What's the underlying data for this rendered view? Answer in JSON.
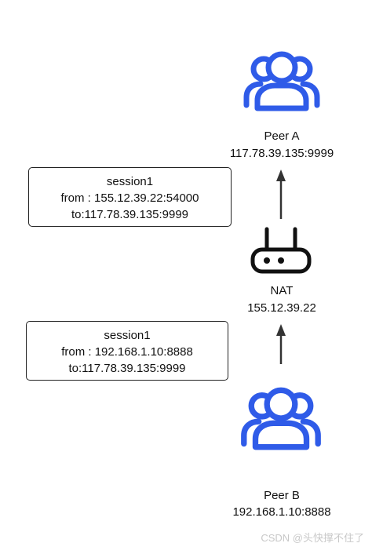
{
  "peer_a": {
    "name": "Peer A",
    "address": "117.78.39.135:9999",
    "icon": "users-group-icon"
  },
  "nat": {
    "name": "NAT",
    "address": "155.12.39.22",
    "icon": "router-icon"
  },
  "peer_b": {
    "name": "Peer B",
    "address": "192.168.1.10:8888",
    "icon": "users-group-icon"
  },
  "session_outer": {
    "title": "session1",
    "from": "from : 155.12.39.22:54000",
    "to": "to:117.78.39.135:9999"
  },
  "session_inner": {
    "title": "session1",
    "from": "from : 192.168.1.10:8888",
    "to": "to:117.78.39.135:9999"
  },
  "watermark": "CSDN @头快撑不住了",
  "colors": {
    "icon_blue": "#2f5be8",
    "stroke": "#222222",
    "arrow": "#333333"
  }
}
